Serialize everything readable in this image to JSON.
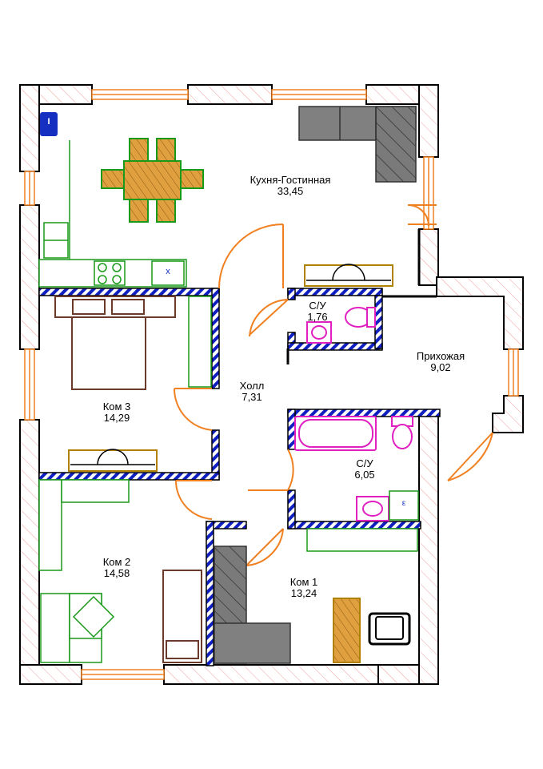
{
  "rooms": {
    "kitchen": {
      "name": "Кухня-Гостинная",
      "area": "33,45"
    },
    "wc1": {
      "name": "С/У",
      "area": "1,76"
    },
    "hall": {
      "name": "Прихожая",
      "area": "9,02"
    },
    "corridor": {
      "name": "Холл",
      "area": "7,31"
    },
    "room3": {
      "name": "Ком 3",
      "area": "14,29"
    },
    "wc2": {
      "name": "С/У",
      "area": "6,05"
    },
    "room2": {
      "name": "Ком 2",
      "area": "14,58"
    },
    "room1": {
      "name": "Ком 1",
      "area": "13,24"
    }
  },
  "fixtures": {
    "boiler_label": "I",
    "sink_label": "x",
    "washer_label": "ε"
  },
  "colors": {
    "wall": "#000000",
    "window": "#f08020",
    "door_swing": "#f08020",
    "insulation_hatch": "#f0a0a0",
    "partition_hatch": "#1020c0",
    "furniture_green": "#1a9a1a",
    "table_wood": "#e0a040",
    "sofa_gray": "#808080",
    "bed_brown": "#6b3a2a",
    "sanitary": "#e020c0",
    "boiler_blue": "#1530c0"
  }
}
